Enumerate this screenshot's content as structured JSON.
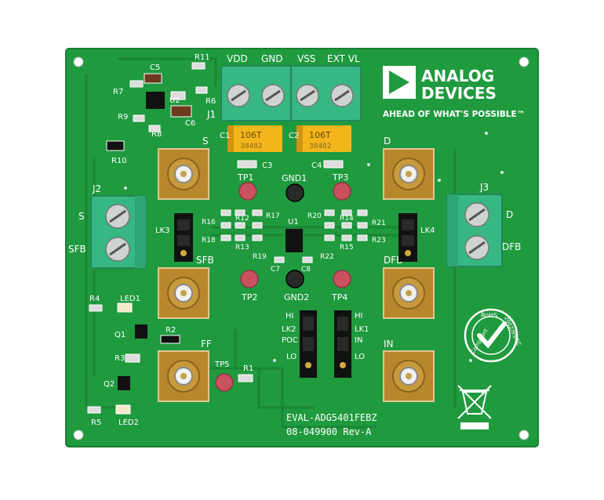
{
  "board": {
    "pcb_color": "#1f9a3e",
    "silk_color": "#ffffff",
    "terminal_color": "#37b783",
    "tantalum_color": "#f2b51c",
    "gold_color": "#b8862c",
    "model": "EVAL-ADG5401FEBZ",
    "revision": "08-049900 Rev-A"
  },
  "logo": {
    "line1": "ANALOG",
    "line2": "DEVICES",
    "tagline": "AHEAD OF WHAT'S POSSIBLE™"
  },
  "rohs": {
    "top": "RoHS",
    "left": "Compliant",
    "right": "2002/95/EC"
  },
  "power_terminal": {
    "ref": "J1",
    "pins": [
      "VDD",
      "GND",
      "VSS",
      "EXT VL"
    ]
  },
  "connectors": {
    "j2": "J2",
    "j2_s": "S",
    "j2_sfb": "SFB",
    "j3": "J3",
    "j3_d": "D",
    "j3_dfb": "DFB",
    "sma_s": "S",
    "sma_sfb": "SFB",
    "sma_d": "D",
    "sma_dfb": "DFB",
    "sma_ff": "FF",
    "sma_in": "IN"
  },
  "test_points": [
    "TP1",
    "TP2",
    "TP3",
    "TP4",
    "TP5",
    "GND1",
    "GND2"
  ],
  "links": {
    "lk1": "LK1",
    "lk2": "LK2",
    "lk3": "LK3",
    "lk4": "LK4",
    "hi": "HI",
    "poc": "POC",
    "lo": "LO",
    "in": "IN"
  },
  "components": {
    "u1": "U1",
    "u2": "U2",
    "q1": "Q1",
    "q2": "Q2",
    "led1": "LED1",
    "led2": "LED2",
    "caps": [
      "C1",
      "C2",
      "C3",
      "C4",
      "C5",
      "C6",
      "C7",
      "C8"
    ],
    "resistors": [
      "R1",
      "R2",
      "R3",
      "R4",
      "R5",
      "R6",
      "R7",
      "R8",
      "R9",
      "R10",
      "R11",
      "R12",
      "R13",
      "R14",
      "R15",
      "R16",
      "R17",
      "R18",
      "R19",
      "R20",
      "R21",
      "R22",
      "R23"
    ],
    "tantalum_marking": "106T",
    "tantalum_code": "38482"
  }
}
